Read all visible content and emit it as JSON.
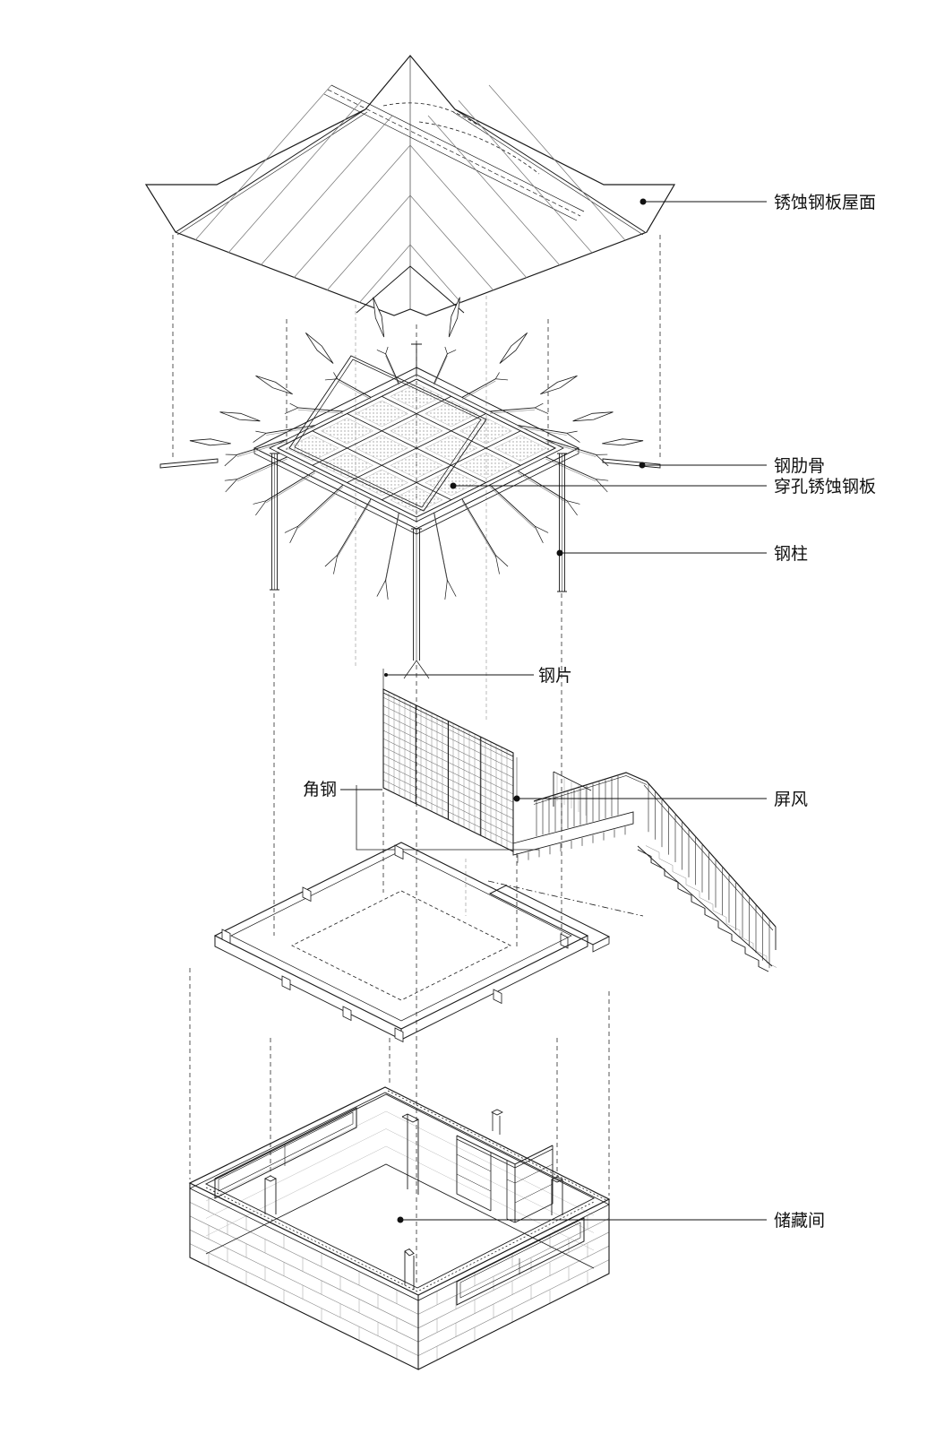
{
  "diagram": {
    "background": "#ffffff",
    "ink": "#1a1a1a",
    "labels": {
      "roof_plate": "锈蚀钢板屋面",
      "steel_rib": "钢肋骨",
      "perforated_plate": "穿孔锈蚀钢板",
      "steel_column": "钢柱",
      "steel_sheet": "钢片",
      "angle_steel": "角钢",
      "screen": "屏风",
      "storage_room": "储藏间"
    }
  }
}
